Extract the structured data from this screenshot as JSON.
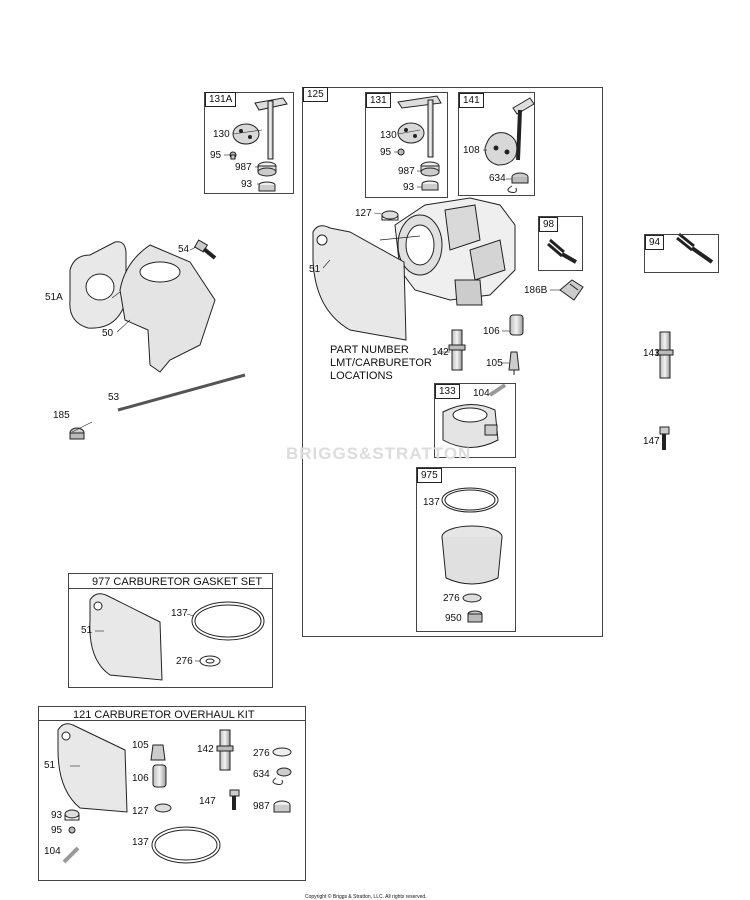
{
  "watermark": "BRIGGS&STRATTON",
  "copyright": "Copyright © Briggs & Stratton, LLC. All rights reserved.",
  "note": {
    "line1": "PART NUMBER",
    "line2": "LMT/CARBURETOR",
    "line3": "LOCATIONS"
  },
  "tags": {
    "t131A": "131A",
    "t125": "125",
    "t131": "131",
    "t141": "141",
    "t98": "98",
    "t94": "94",
    "t133": "133",
    "t975": "975"
  },
  "kits": {
    "gasket": "977 CARBURETOR GASKET SET",
    "overhaul": "121 CARBURETOR OVERHAUL KIT"
  },
  "labels": {
    "l131A_130": "130",
    "l131A_95": "95",
    "l131A_987": "987",
    "l131A_93": "93",
    "l131_130": "130",
    "l131_95": "95",
    "l131_987": "987",
    "l131_93": "93",
    "l141_108": "108",
    "l141_634": "634",
    "l127": "127",
    "l51": "51",
    "l186B": "186B",
    "l106": "106",
    "l142": "142",
    "l105": "105",
    "l104": "104",
    "l137": "137",
    "l276": "276",
    "l950": "950",
    "l54": "54",
    "l51A": "51A",
    "l50": "50",
    "l53": "53",
    "l185": "185",
    "l143": "143",
    "l147": "147",
    "g51": "51",
    "g137": "137",
    "g276": "276",
    "k51": "51",
    "k105": "105",
    "k142": "142",
    "k276": "276",
    "k106": "106",
    "k634": "634",
    "k127": "127",
    "k147": "147",
    "k987": "987",
    "k93": "93",
    "k95": "95",
    "k104": "104",
    "k137": "137"
  }
}
